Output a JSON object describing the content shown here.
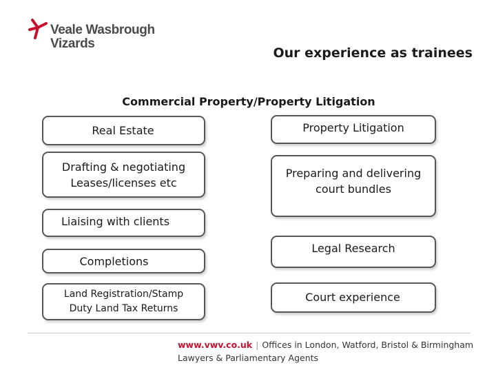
{
  "brand": {
    "logo_line1": "Veale Wasbrough",
    "logo_line2": "Vizards",
    "accent_color": "#c8102e"
  },
  "heading": "Our experience as trainees",
  "section_title": "Commercial Property/Property Litigation",
  "left_column": {
    "header": "Real Estate",
    "items": [
      "Drafting & negotiating Leases/licenses etc",
      "Liaising with clients",
      "Completions",
      "Land Registration/Stamp Duty Land Tax Returns"
    ]
  },
  "right_column": {
    "header": "Property Litigation",
    "items": [
      "Preparing and delivering court bundles",
      "Legal Research",
      "Court experience"
    ]
  },
  "footer": {
    "url": "www.vwv.co.uk",
    "separator": "|",
    "offices": "Offices in London, Watford, Bristol & Birmingham",
    "tagline": "Lawyers & Parliamentary Agents"
  }
}
